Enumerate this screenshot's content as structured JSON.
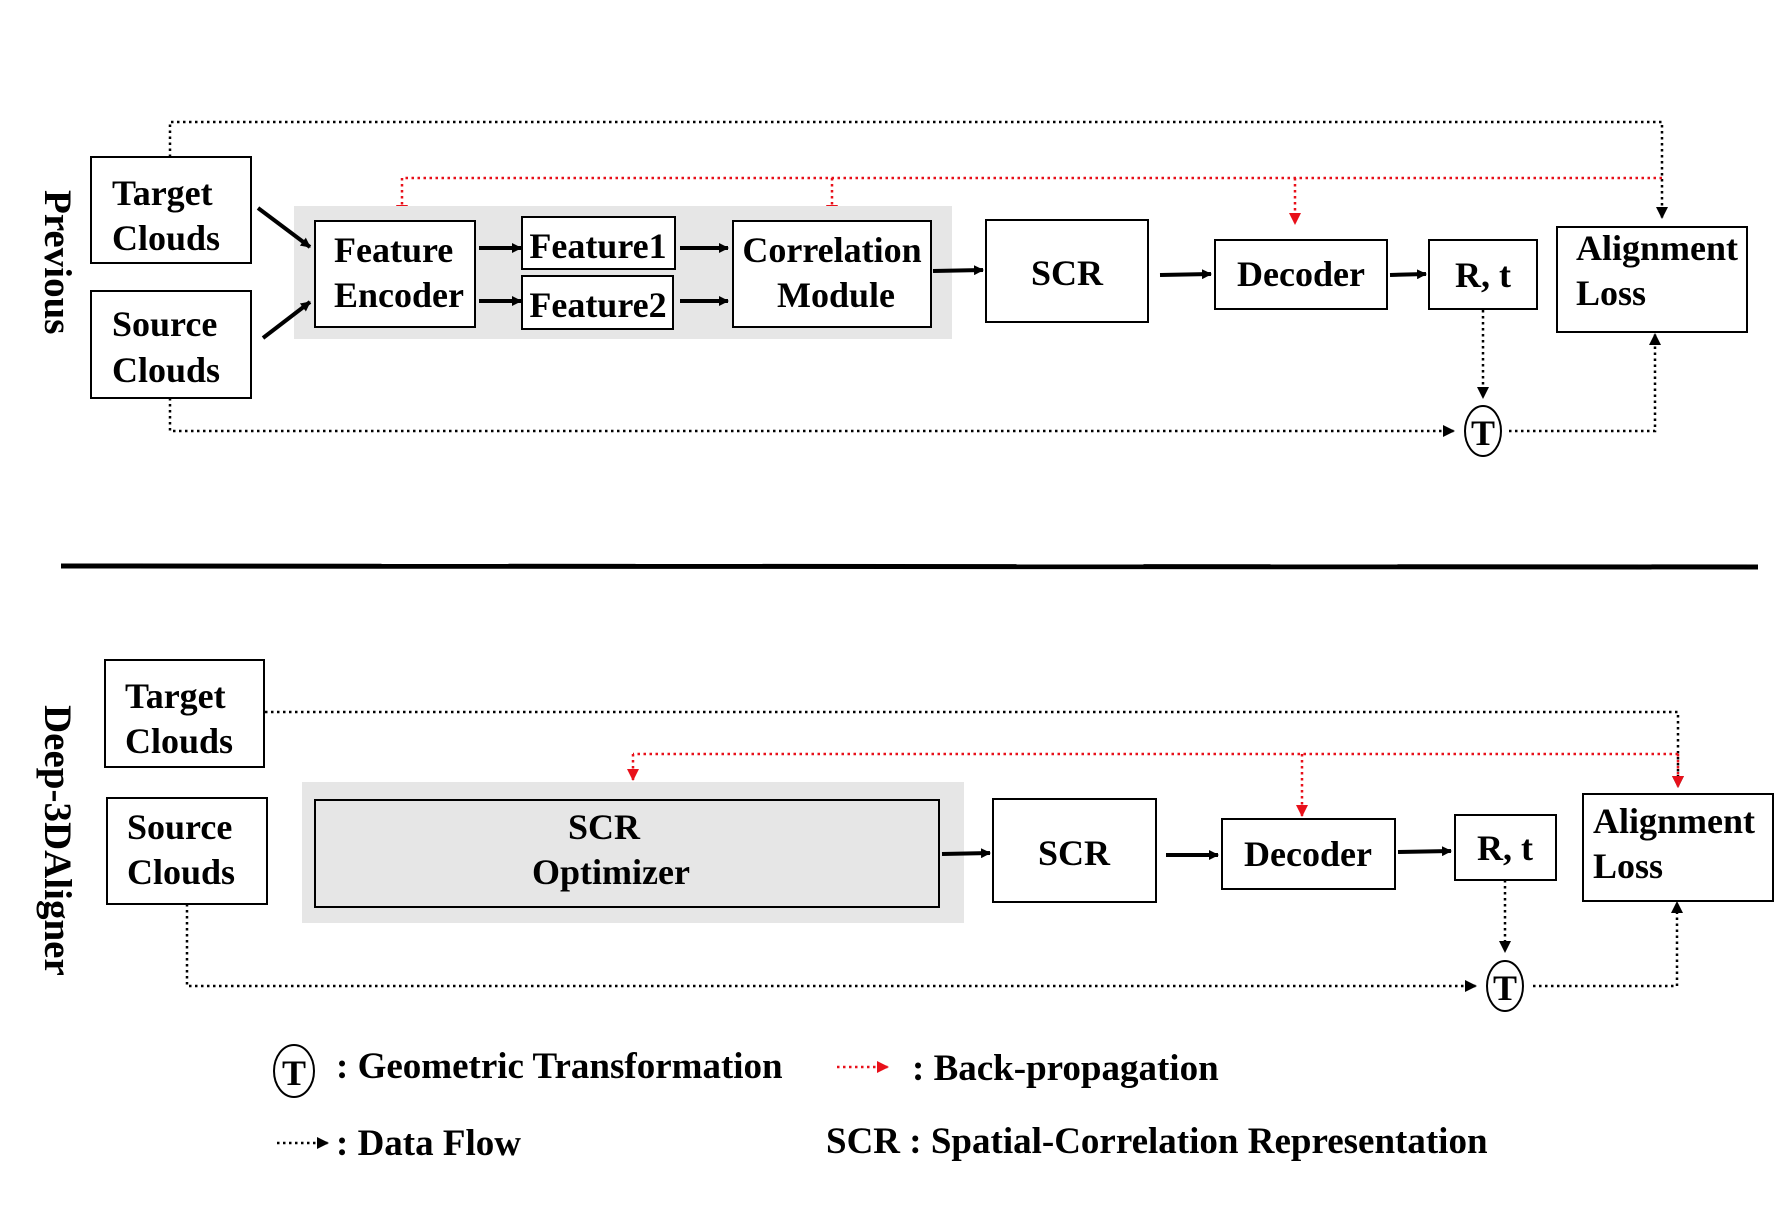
{
  "colors": {
    "data_flow": "#000000",
    "backprop": "#e8101a",
    "group_fill": "#e6e6e6"
  },
  "top": {
    "side_label": "Previous",
    "target": [
      "Target",
      "Clouds"
    ],
    "source": [
      "Source",
      "Clouds"
    ],
    "feature_encoder": [
      "Feature",
      "Encoder"
    ],
    "feature1": "Feature1",
    "feature2": "Feature2",
    "correlation": [
      "Correlation",
      "Module"
    ],
    "scr": "SCR",
    "decoder": "Decoder",
    "rt": "R, t",
    "loss": [
      "Alignment",
      "Loss"
    ],
    "t_symbol": "T"
  },
  "bottom": {
    "side_label": "Deep-3DAligner",
    "target": [
      "Target",
      "Clouds"
    ],
    "source": [
      "Source",
      "Clouds"
    ],
    "optimizer": [
      "SCR",
      "Optimizer"
    ],
    "scr": "SCR",
    "decoder": "Decoder",
    "rt": "R, t",
    "loss": [
      "Alignment",
      "Loss"
    ],
    "t_symbol": "T"
  },
  "legend": {
    "t_symbol": "T",
    "geometric": ": Geometric Transformation",
    "backprop": ": Back-propagation",
    "dataflow": ": Data Flow",
    "scr_def": "SCR : Spatial-Correlation Representation"
  }
}
